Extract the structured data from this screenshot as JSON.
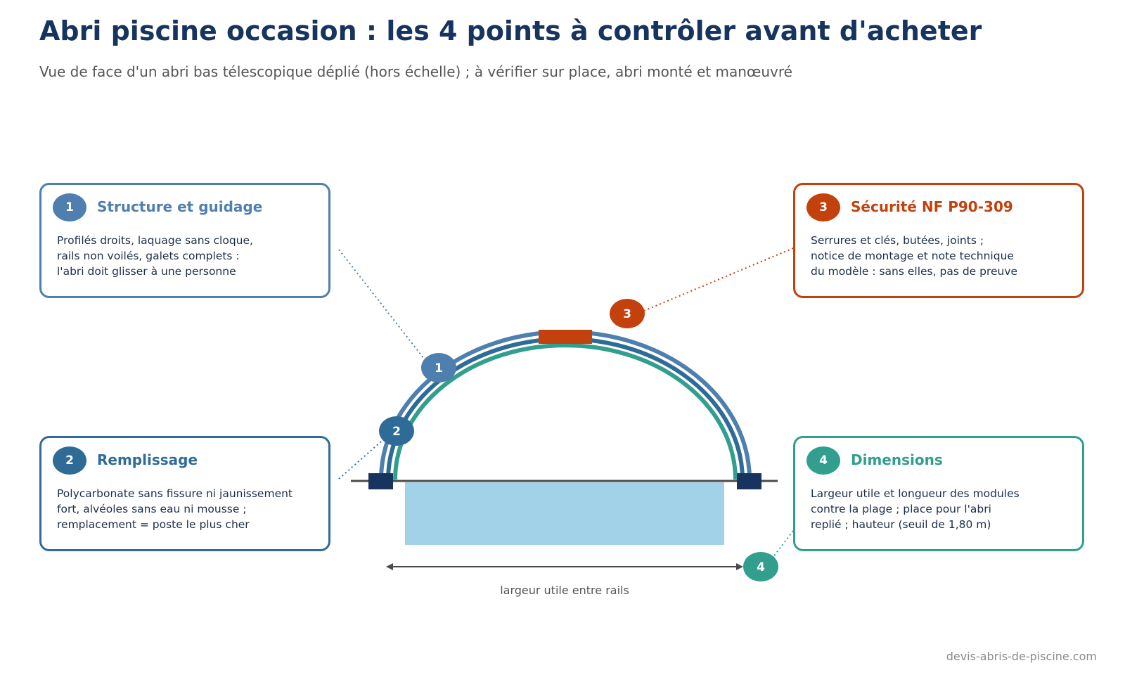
{
  "title": "Abri piscine occasion : les 4 points à contrôler avant d'acheter",
  "subtitle": "Vue de face d'un abri bas télescopique déplié (hors échelle) ; à vérifier sur place, abri monté et manœuvré",
  "cards": [
    {
      "number": "1",
      "title": "Structure et guidage",
      "color": "#4f7fae",
      "lines": [
        "Profilés droits, laquage sans cloque,",
        "rails non voilés, galets complets :",
        "l'abri doit glisser à une personne"
      ]
    },
    {
      "number": "2",
      "title": "Remplissage",
      "color": "#2f6b97",
      "lines": [
        "Polycarbonate sans fissure ni jaunissement",
        "fort, alvéoles sans eau ni mousse ;",
        "remplacement = poste le plus cher"
      ]
    },
    {
      "number": "3",
      "title": "Sécurité NF P90-309",
      "color": "#c2410c",
      "lines": [
        "Serrures et clés, butées, joints ;",
        "notice de montage et note technique",
        "du modèle : sans elles, pas de preuve"
      ]
    },
    {
      "number": "4",
      "title": "Dimensions",
      "color": "#319e8e",
      "lines": [
        "Largeur utile et longueur des modules",
        "contre la plage ; place pour l'abri",
        "replié ; hauteur (seuil de 1,80 m)"
      ]
    }
  ],
  "diagram": {
    "width_label": "largeur utile entre rails",
    "markers": [
      "1",
      "2",
      "3",
      "4"
    ]
  },
  "footer": "devis-abris-de-piscine.com"
}
